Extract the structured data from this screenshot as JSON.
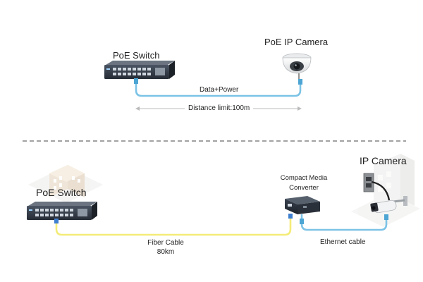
{
  "top": {
    "switch_label": "PoE Switch",
    "camera_label": "PoE IP Camera",
    "link_label": "Data+Power",
    "distance_label": "Distance limit:100m"
  },
  "bottom": {
    "switch_label": "PoE Switch",
    "converter_label_line1": "Compact Media",
    "converter_label_line2": "Converter",
    "camera_label": "IP Camera",
    "fiber_label_line1": "Fiber Cable",
    "fiber_label_line2": "80km",
    "ethernet_label": "Ethernet cable"
  },
  "colors": {
    "ethernet_cable": "#7cc3e6",
    "fiber_cable": "#f4ec78",
    "switch_body": "#2e3540",
    "divider": "#444444",
    "distance_arrow": "#bbbbbb"
  },
  "icons": [
    "poe-switch-icon",
    "dome-camera-icon",
    "media-converter-icon",
    "bullet-camera-icon",
    "building-icon",
    "rj45-plug-icon",
    "fiber-plug-icon"
  ]
}
